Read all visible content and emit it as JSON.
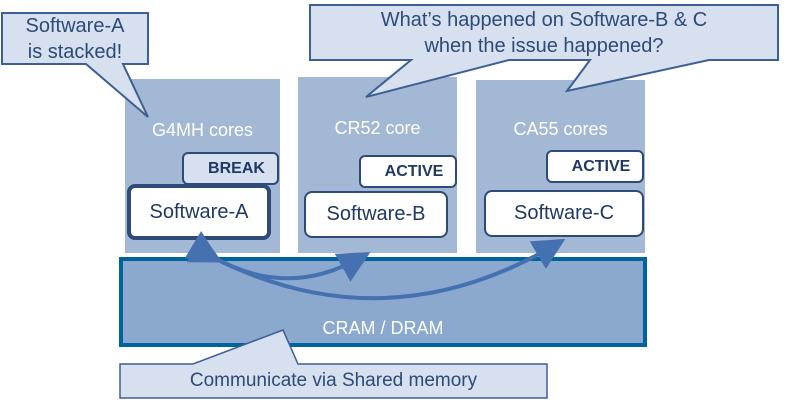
{
  "callouts": {
    "stacked": {
      "line1": "Software-A",
      "line2": "is stacked!"
    },
    "question": {
      "line1": "What’s happened  on Software-B & C",
      "line2": "when  the issue happened?"
    },
    "shared": {
      "text": "Communicate via Shared memory"
    }
  },
  "cores": [
    {
      "title": "G4MH cores",
      "status": "BREAK",
      "software": "Software-A"
    },
    {
      "title": "CR52 core",
      "status": "ACTIVE",
      "software": "Software-B"
    },
    {
      "title": "CA55 cores",
      "status": "ACTIVE",
      "software": "Software-C"
    }
  ],
  "memory": {
    "label": "CRAM / DRAM"
  },
  "colors": {
    "core_fill": "#A3B8D4",
    "memory_fill": "#8BA8CF",
    "memory_border": "#00649C",
    "callout_fill": "#D6E0EE",
    "callout_border": "#3D5F94",
    "arrow": "#4671B0",
    "text_dark": "#1F3864"
  }
}
